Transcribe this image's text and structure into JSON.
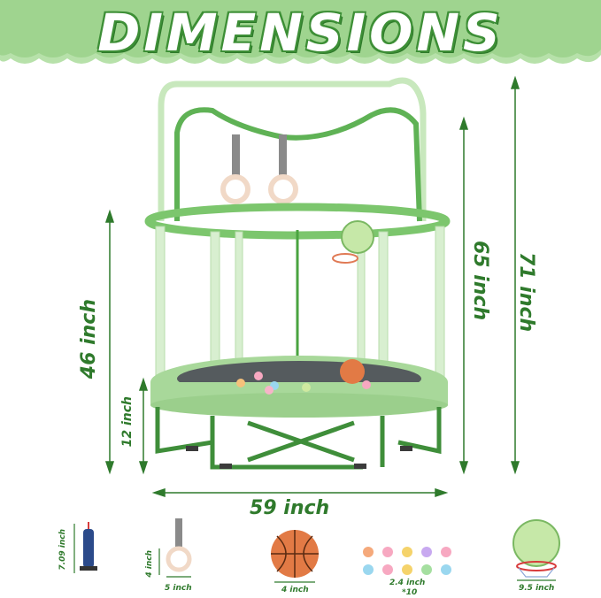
{
  "header": {
    "title": "DIMENSIONS"
  },
  "dimensions": {
    "total_height": "71 inch",
    "frame_height": "65 inch",
    "net_height": "46 inch",
    "mat_height": "12 inch",
    "diameter": "59 inch"
  },
  "accessories": {
    "pump": {
      "size": "7.09 inch"
    },
    "ring": {
      "width": "5 inch",
      "height": "4 inch"
    },
    "basketball": {
      "size": "4 inch"
    },
    "balls": {
      "size": "2.4 inch",
      "count": "*10"
    },
    "hoop": {
      "size": "9.5 inch"
    }
  },
  "colors": {
    "brand_green": "#2f7a2c",
    "light_green": "#a8d89a",
    "frame_green": "#3f8e3a",
    "banner_green": "#b5e0a8"
  }
}
